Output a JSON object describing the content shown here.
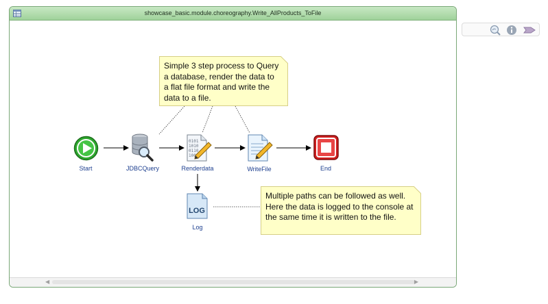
{
  "window": {
    "title": "showcase_basic.module.choreography.Write_AllProducts_ToFile"
  },
  "notes": {
    "top": "Simple 3 step process to Query a database, render the data to a flat file format and write the data to a file.",
    "bottom": "Multiple paths can be followed as well. Here the data is logged to the console at the same time it is written to the file."
  },
  "nodes": {
    "start": "Start",
    "jdbc": "JDBCQuery",
    "render": "Renderdata",
    "write": "WriteFile",
    "end": "End",
    "log": "Log"
  },
  "icons": {
    "log_text": "LOG"
  },
  "colors": {
    "titlebar": "#a6d6a1",
    "note": "#ffffc8",
    "label": "#1d3f8f",
    "start": "#2fa82f",
    "end": "#d11f1f"
  }
}
